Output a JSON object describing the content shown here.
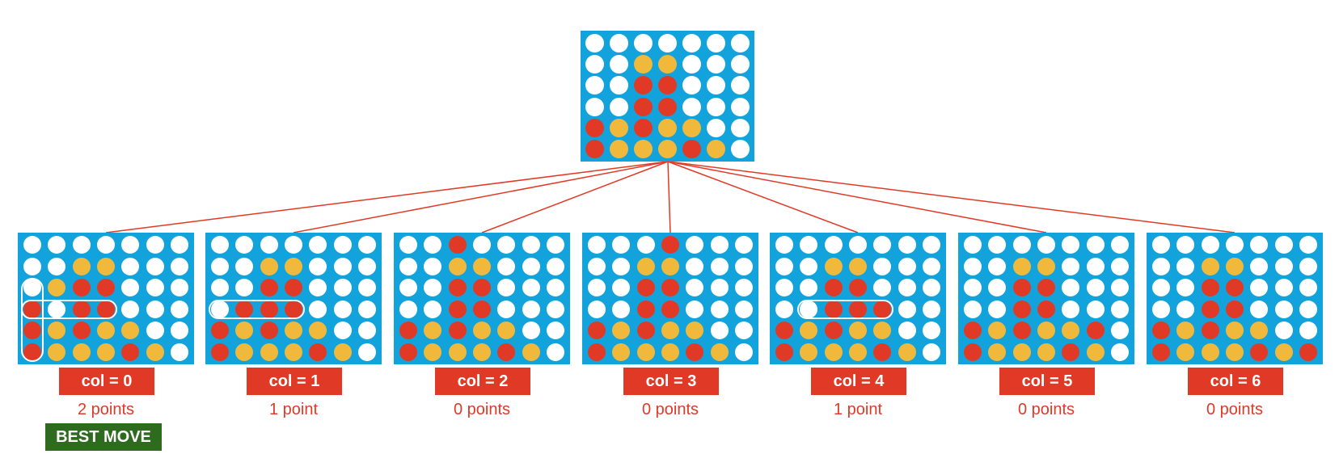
{
  "colors": {
    "board": "#13a3dc",
    "red_piece": "#e03a26",
    "yellow_piece": "#f1b93b",
    "empty_slot": "#ffffff",
    "connector": "#e03a26",
    "label_bg": "#e03a26",
    "best_move_bg": "#2e6b1e"
  },
  "root": {
    "board": [
      "...... .",
      "..YY...",
      "..RR...",
      "..RR...",
      "RYRYY..",
      "RYYYRY."
    ]
  },
  "children": [
    {
      "label": "col = 0",
      "points": "2 points",
      "board": [
        ".......",
        "..YY...",
        ".YRR...",
        "R.RR...",
        "RYRYY..",
        "RYYYRY."
      ],
      "highlights": [
        {
          "type": "vertical",
          "col": 0,
          "row_start": 2,
          "row_end": 5
        },
        {
          "type": "horizontal",
          "row": 3,
          "col_start": 0,
          "col_end": 3
        }
      ]
    },
    {
      "label": "col = 1",
      "points": "1 point",
      "board": [
        ".......",
        "..YY...",
        "..RR...",
        ".RRR...",
        "RYRYY..",
        "RYYYRY."
      ],
      "highlights": [
        {
          "type": "horizontal",
          "row": 3,
          "col_start": 0,
          "col_end": 3
        }
      ]
    },
    {
      "label": "col = 2",
      "points": "0 points",
      "board": [
        "..R....",
        "..YY...",
        "..RR...",
        "..RR...",
        "RYRYY..",
        "RYYYRY."
      ],
      "highlights": []
    },
    {
      "label": "col = 3",
      "points": "0 points",
      "board": [
        "...R...",
        "..YY...",
        "..RR...",
        "..RR...",
        "RYRYY..",
        "RYYYRY."
      ],
      "highlights": []
    },
    {
      "label": "col = 4",
      "points": "1 point",
      "board": [
        ".......",
        "..YY...",
        "..RR...",
        "..RRR..",
        "RYRYY..",
        "RYYYRY."
      ],
      "highlights": [
        {
          "type": "horizontal",
          "row": 3,
          "col_start": 1,
          "col_end": 4
        }
      ]
    },
    {
      "label": "col = 5",
      "points": "0 points",
      "board": [
        ".......",
        "..YY...",
        "..RR...",
        "..RR...",
        "RYRYYR.",
        "RYYYRY."
      ],
      "highlights": []
    },
    {
      "label": "col = 6",
      "points": "0 points",
      "board": [
        ".......",
        "..YY...",
        "..RR...",
        "..RR...",
        "RYRYY..",
        "RYYYRYR"
      ],
      "highlights": []
    }
  ],
  "best_move": {
    "label": "BEST MOVE",
    "child_index": 0
  }
}
